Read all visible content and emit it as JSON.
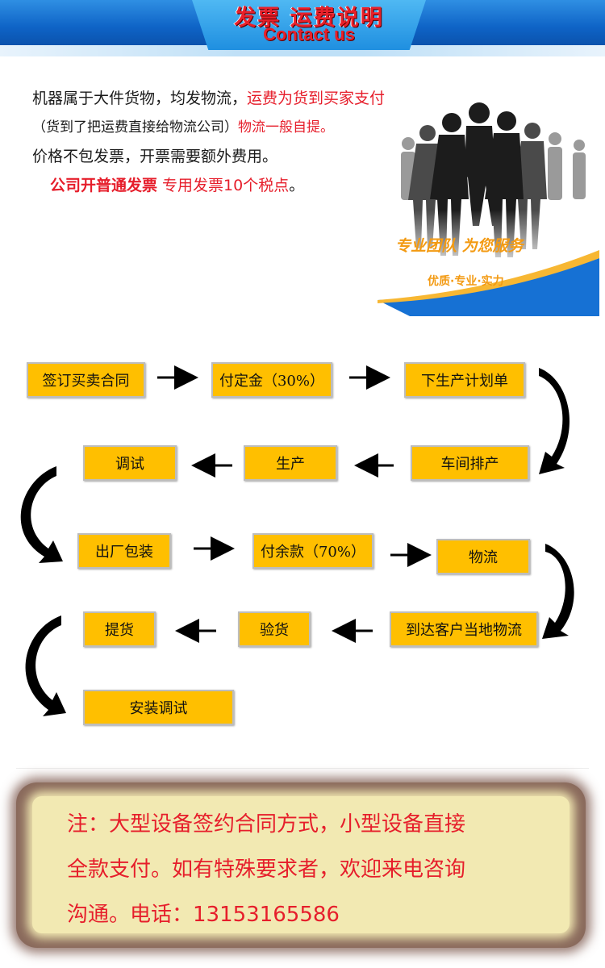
{
  "header": {
    "title": "发票  运费说明",
    "subtitle": "Contact us"
  },
  "intro": {
    "line1_black": "机器属于大件货物，均发物流，",
    "line1_red": "运费为货到买家支付",
    "line2_black": "（货到了把运费直接给物流公司）",
    "line2_red": "物流一般自提。",
    "line3_black": "价格不包发票，开票需要额外费用。",
    "line4_bold": "公司开普通发票",
    "line4_red": " 专用发票10个税点",
    "line4_end": "。"
  },
  "team": {
    "slogan": "专业团队 为您服务",
    "tagline": "优质·专业·实力"
  },
  "flow": {
    "steps": [
      "签订买卖合同",
      "付定金（30%）",
      "下生产计划单",
      "车间排产",
      "生产",
      "调试",
      "出厂包装",
      "付余款（70%）",
      "物流",
      "到达客户当地物流",
      "验货",
      "提货",
      "安装调试"
    ]
  },
  "note": {
    "line1": "注：大型设备签约合同方式，小型设备直接",
    "line2": "全款支付。如有特殊要求者，欢迎来电咨询",
    "line3": "沟通。电话：13153165586"
  },
  "colors": {
    "banner_blue": "#0e63c6",
    "accent_red": "#e61e2b",
    "step_yellow": "#ffbf00",
    "slogan_orange": "#f39a12",
    "note_bg": "#f2e9b2"
  }
}
